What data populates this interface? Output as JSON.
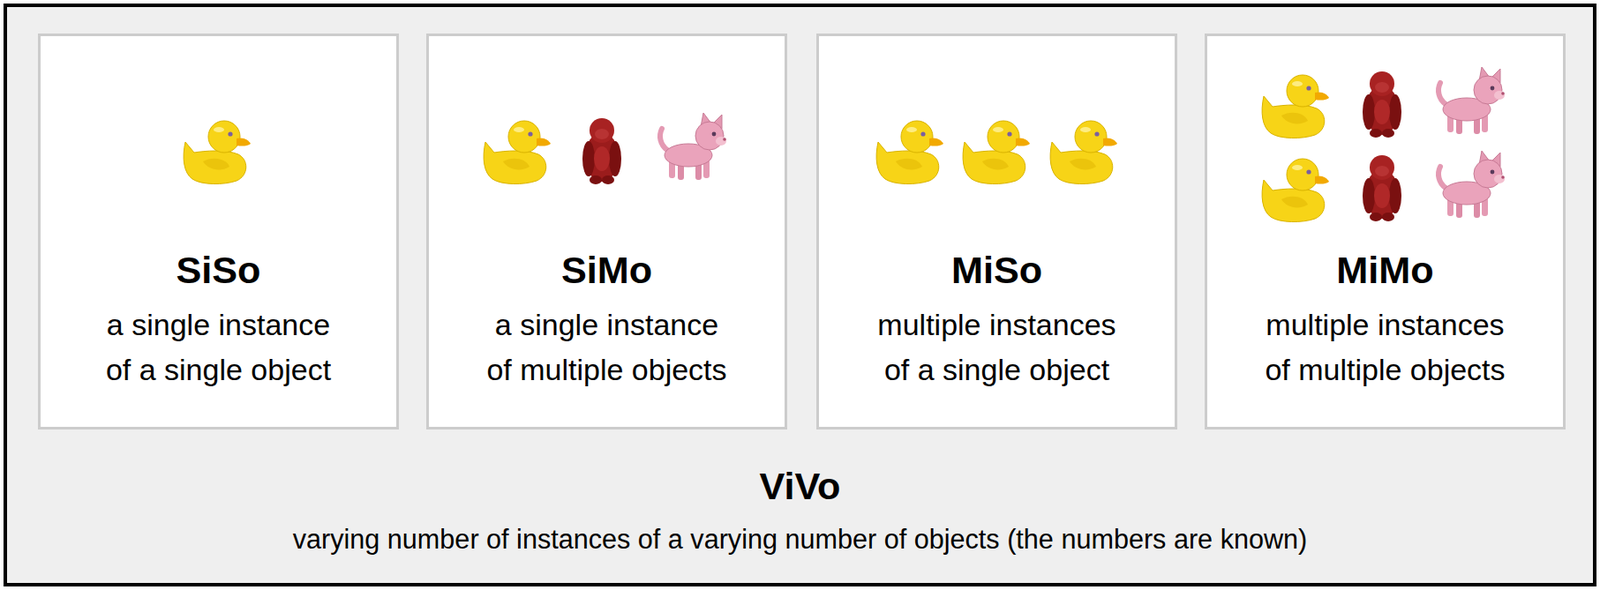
{
  "diagram": {
    "nodes": [
      {
        "text": [
          "ViVo",
          "varying number of instances of a varying number of objects (the numbers are known)"
        ]
      },
      {
        "text": [
          "SiSo",
          "a single instance of a single object"
        ],
        "in": 0
      },
      {
        "text": [
          "SiMo",
          "a single instance of multiple objects"
        ],
        "in": 0
      },
      {
        "text": [
          "MiSo",
          "multiple instances of a single object"
        ],
        "in": 0
      },
      {
        "text": [
          "MiMo",
          "multiple instances of multiple objects"
        ],
        "in": 0
      }
    ]
  }
}
